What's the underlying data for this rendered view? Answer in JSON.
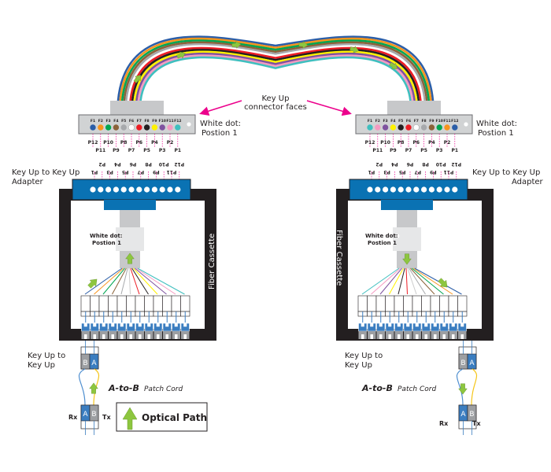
{
  "diagram": {
    "type": "MPO fiber cassette polarity diagram (Key Up to Key Up, A-to-B patch cords)",
    "center_label": {
      "line1": "Key Up",
      "line2": "connector faces"
    },
    "fiber_colors": [
      {
        "name": "blue",
        "hex": "#2b5ea8"
      },
      {
        "name": "orange",
        "hex": "#f7941d"
      },
      {
        "name": "green",
        "hex": "#00a651"
      },
      {
        "name": "brown",
        "hex": "#8b6239"
      },
      {
        "name": "slate",
        "hex": "#a7a9ac"
      },
      {
        "name": "white",
        "hex": "#ffffff"
      },
      {
        "name": "red",
        "hex": "#ed1c24"
      },
      {
        "name": "black",
        "hex": "#231f20"
      },
      {
        "name": "yellow",
        "hex": "#fff200"
      },
      {
        "name": "violet",
        "hex": "#7e529f"
      },
      {
        "name": "rose",
        "hex": "#f49ac1"
      },
      {
        "name": "aqua",
        "hex": "#3fbfbf"
      }
    ],
    "colors": {
      "adapter_blue": "#0a72b3",
      "cassette_black": "#231f20",
      "connector_gray": "#c7c8ca",
      "connector_face": "#d1d3d4",
      "arrow_green": "#8dc63f",
      "callout_magenta": "#ec008c",
      "duplex_blue": "#3a7dc0",
      "duplex_gray": "#9d9fa2",
      "cord_blue": "#4f8fd0",
      "cord_yellow": "#f5c518"
    },
    "connector_labels_top": [
      "F1",
      "F2",
      "F3",
      "F4",
      "F5",
      "F6",
      "F7",
      "F8",
      "F9",
      "F10",
      "F11",
      "F12"
    ],
    "pin_labels_upper_row": [
      "P12",
      "P10",
      "P8",
      "P6",
      "P4",
      "P2"
    ],
    "pin_labels_lower_row": [
      "P11",
      "P9",
      "P7",
      "P5",
      "P3",
      "P1"
    ],
    "adapter_pins_mirrored_top": [
      "P2",
      "P4",
      "P6",
      "P8",
      "P10",
      "P12"
    ],
    "adapter_pins_mirrored_bottom": [
      "P1",
      "P3",
      "P5",
      "P7",
      "P9",
      "P11"
    ],
    "left": {
      "fiber_order": [
        "blue",
        "orange",
        "green",
        "brown",
        "slate",
        "white",
        "red",
        "black",
        "yellow",
        "violet",
        "rose",
        "aqua"
      ],
      "white_dot_label": {
        "line1": "White dot:",
        "line2": "Postion 1"
      },
      "adapter_label": {
        "line1": "Key Up to Key Up",
        "line2": "Adapter"
      },
      "cassette_label": "Fiber Cassette",
      "inner_white_dot_label": {
        "line1": "White dot:",
        "line2": "Postion 1"
      },
      "duplex_adapter_label": {
        "line1": "Key Up to",
        "line2": "Key Up"
      },
      "duplex_top": [
        "B",
        "A"
      ],
      "duplex_bottom": [
        "A",
        "B"
      ],
      "rx_label": "Rx",
      "tx_label": "Tx",
      "patch_cord_label_bold": "A-to-B",
      "patch_cord_label_rest": "Patch Cord",
      "arrow_direction": "up"
    },
    "right": {
      "fiber_order": [
        "aqua",
        "rose",
        "violet",
        "yellow",
        "black",
        "red",
        "white",
        "slate",
        "brown",
        "green",
        "orange",
        "blue"
      ],
      "white_dot_label": {
        "line1": "White dot:",
        "line2": "Postion 1"
      },
      "adapter_label": {
        "line1": "Key Up to Key  Up",
        "line2": "Adapter"
      },
      "cassette_label": "Fiber Cassette",
      "inner_white_dot_label": {
        "line1": "White dot:",
        "line2": "Postion 1"
      },
      "duplex_adapter_label": {
        "line1": "Key Up to",
        "line2": "Key Up"
      },
      "duplex_top": [
        "B",
        "A"
      ],
      "duplex_bottom": [
        "A",
        "B"
      ],
      "rx_label": "Rx",
      "tx_label": "Tx",
      "patch_cord_label_bold": "A-to-B",
      "patch_cord_label_rest": "Patch Cord",
      "arrow_direction": "down"
    },
    "legend": {
      "label": "Optical Path",
      "icon": "green-up-arrow-icon"
    }
  }
}
